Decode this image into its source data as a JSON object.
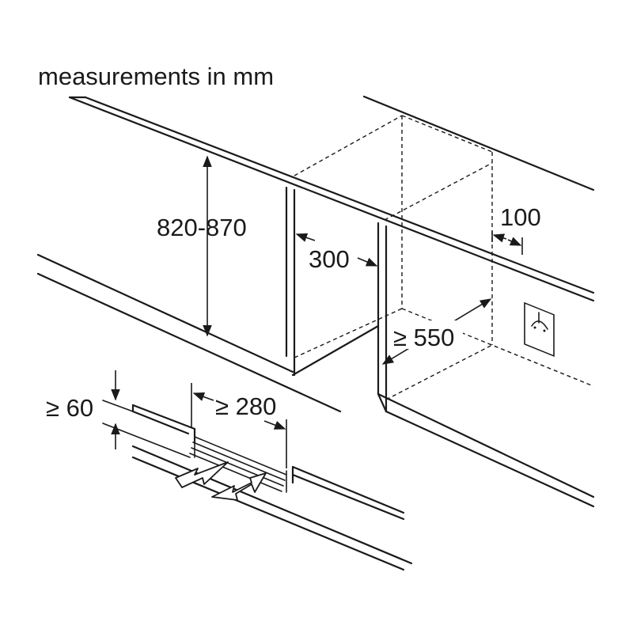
{
  "title": "measurements in mm",
  "dimensions": {
    "height": "820-870",
    "side_gap": "300",
    "socket_offset": "100",
    "depth": "≥ 550",
    "vent_height": "≥ 60",
    "vent_width": "≥ 280"
  },
  "icons": {
    "socket": "power-socket-icon",
    "airflow_out": "air-outflow-arrow-icon",
    "airflow_in": "air-inflow-arrow-icon"
  }
}
